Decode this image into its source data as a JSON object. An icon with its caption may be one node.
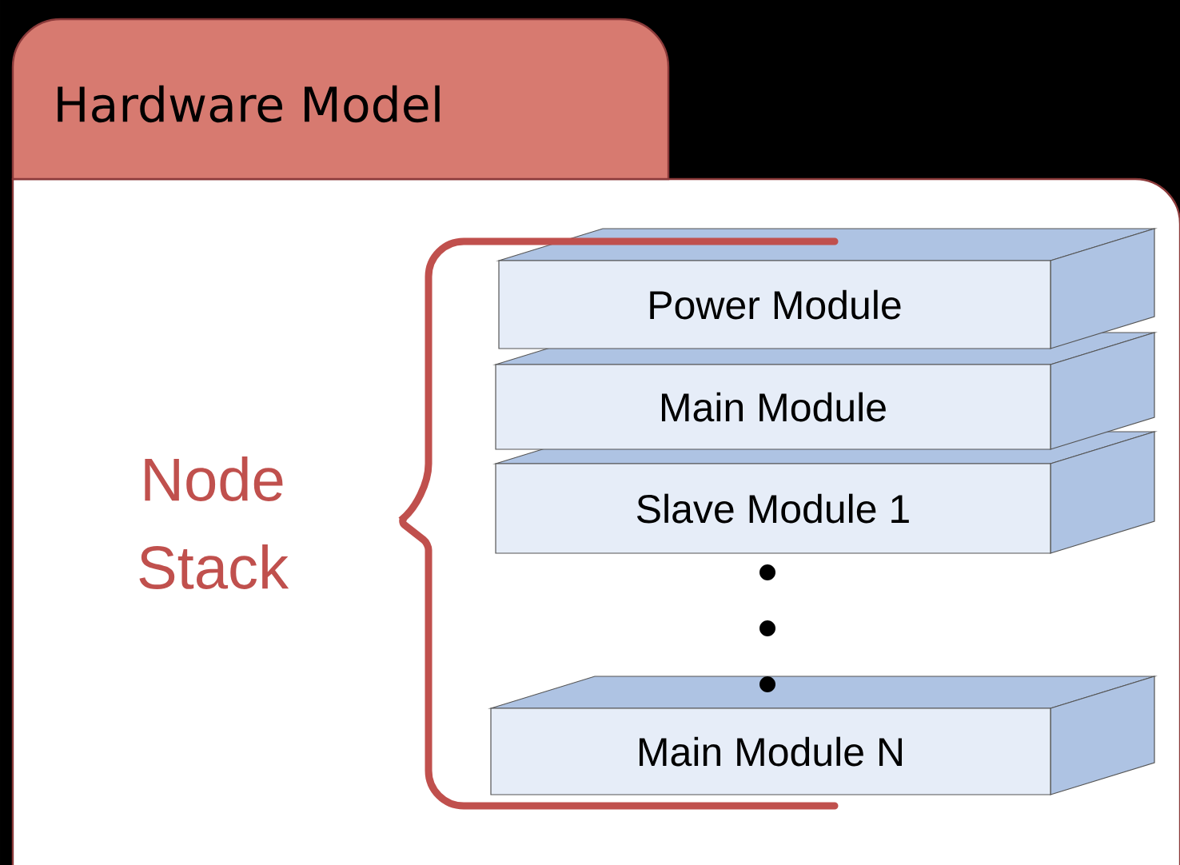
{
  "diagram": {
    "nodes": [
      {
        "text": [
          "Hardware Model"
        ]
      },
      {
        "text": [
          "Power Module"
        ],
        "in": 0
      },
      {
        "text": [
          "Main Module"
        ],
        "in": 0
      },
      {
        "text": [
          "Slave Module 1"
        ],
        "in": 0
      },
      {
        "text": [
          "Main Module N"
        ],
        "in": 0
      }
    ],
    "labels": [
      "Node Stack"
    ]
  }
}
